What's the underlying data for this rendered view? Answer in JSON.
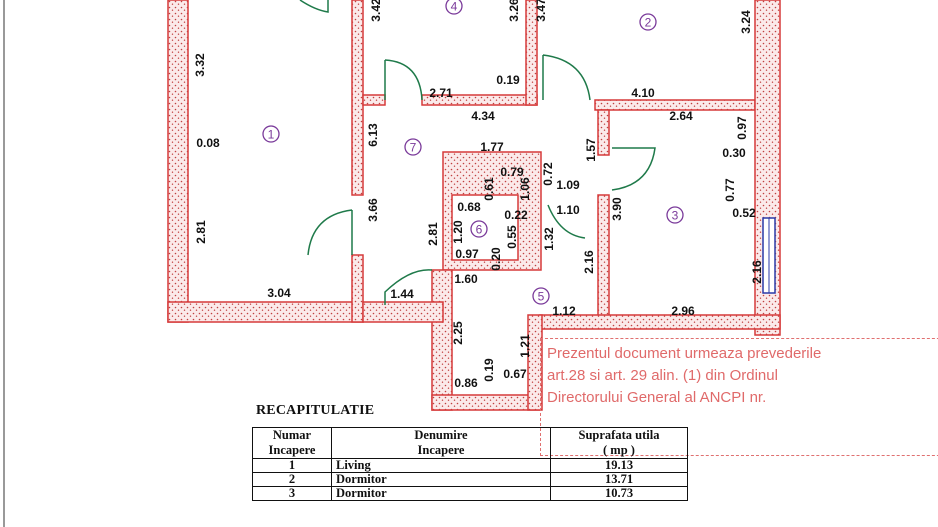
{
  "plan": {
    "dims": [
      "3.42",
      "3.26",
      "3.47",
      "3.24",
      "3.32",
      "2.71",
      "0.19",
      "4.10",
      "4.34",
      "0.08",
      "6.13",
      "1.77",
      "2.64",
      "0.97",
      "0.30",
      "1.57",
      "0.79",
      "0.72",
      "0.61",
      "1.06",
      "1.09",
      "0.77",
      "3.66",
      "0.68",
      "0.22",
      "0.52",
      "1.10",
      "3.90",
      "1.20",
      "0.55",
      "2.81",
      "2.81",
      "1.32",
      "0.20",
      "2.16",
      "0.97",
      "2.16",
      "1.60",
      "3.04",
      "1.44",
      "1.12",
      "2.96",
      "2.25",
      "1.21",
      "0.19",
      "0.86",
      "0.67"
    ],
    "rooms": [
      "1",
      "2",
      "3",
      "4",
      "5",
      "6",
      "7"
    ]
  },
  "stamp": {
    "lines": [
      "Prezentul document urmeaza prevederile",
      "art.28 si art. 29 alin. (1) din Ordinul",
      "Directorului General al ANCPI nr."
    ]
  },
  "recap": {
    "title": "RECAPITULATIE",
    "headers": {
      "number": [
        "Numar",
        "Incapere"
      ],
      "name": [
        "Denumire",
        "Incapere"
      ],
      "area": [
        "Suprafata utila",
        "( mp )"
      ]
    },
    "rows": [
      {
        "no": "1",
        "name": "Living",
        "area": "19.13"
      },
      {
        "no": "2",
        "name": "Dormitor",
        "area": "13.71"
      },
      {
        "no": "3",
        "name": "Dormitor",
        "area": "10.73"
      }
    ]
  }
}
